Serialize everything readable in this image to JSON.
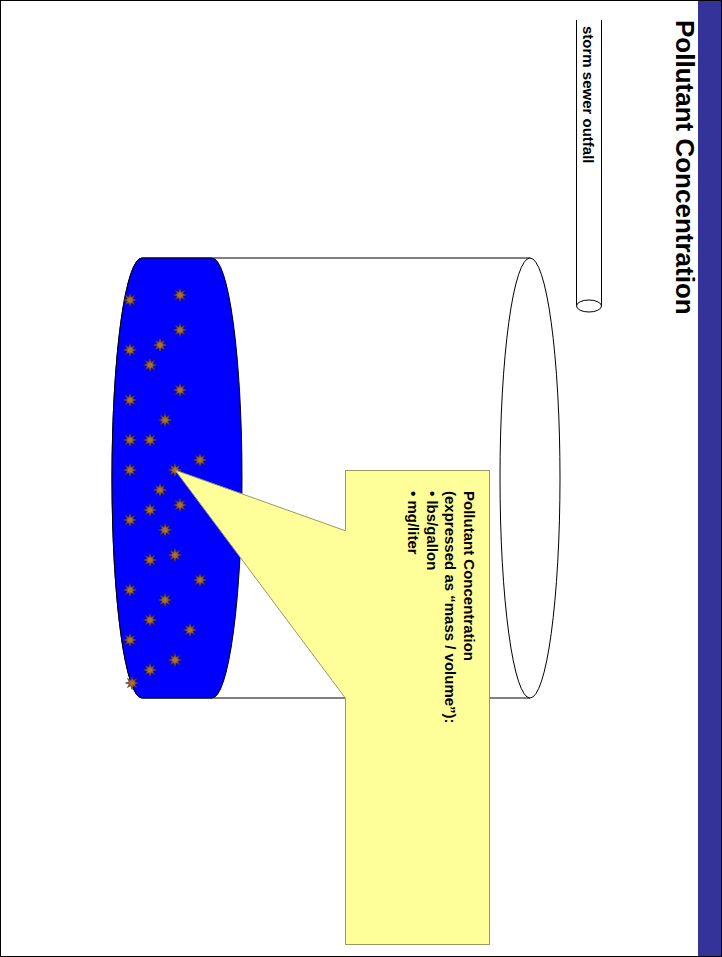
{
  "diagram": {
    "title": "Pollutant Concentration",
    "nodes": [
      {
        "text": [
          "storm sewer outfall"
        ]
      },
      {
        "text": [
          "Pollutant Concentration",
          "(expressed as “mass / volume”):",
          "• lbs/gallon",
          "• mg/liter"
        ]
      }
    ]
  }
}
